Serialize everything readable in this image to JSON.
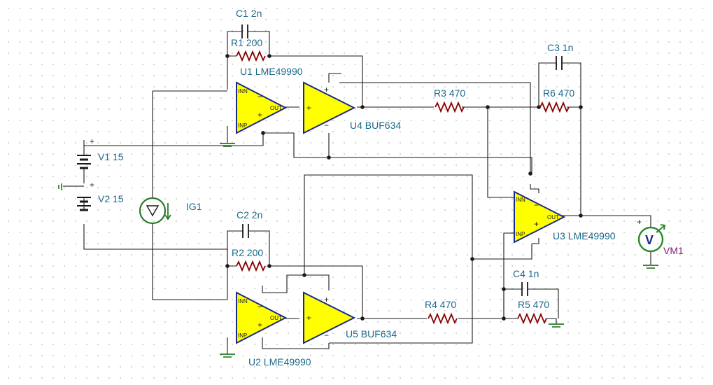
{
  "components": {
    "c1": {
      "ref": "C1",
      "value": "2n"
    },
    "r1": {
      "ref": "R1",
      "value": "200"
    },
    "u1": {
      "ref": "U1",
      "value": "LME49990"
    },
    "u4": {
      "ref": "U4",
      "value": "BUF634"
    },
    "r3": {
      "ref": "R3",
      "value": "470"
    },
    "c3": {
      "ref": "C3",
      "value": "1n"
    },
    "r6": {
      "ref": "R6",
      "value": "470"
    },
    "v1": {
      "ref": "V1",
      "value": "15"
    },
    "v2": {
      "ref": "V2",
      "value": "15"
    },
    "ig1": {
      "ref": "IG1"
    },
    "c2": {
      "ref": "C2",
      "value": "2n"
    },
    "r2": {
      "ref": "R2",
      "value": "200"
    },
    "u3": {
      "ref": "U3",
      "value": "LME49990"
    },
    "vm1": {
      "ref": "VM1",
      "symbol": "V"
    },
    "c4": {
      "ref": "C4",
      "value": "1n"
    },
    "r4": {
      "ref": "R4",
      "value": "470"
    },
    "r5": {
      "ref": "R5",
      "value": "470"
    },
    "u5": {
      "ref": "U5",
      "value": "BUF634"
    },
    "u2": {
      "ref": "U2",
      "value": "LME49990"
    }
  },
  "pins": {
    "inn": "INN",
    "inp": "INP",
    "out": "OUT",
    "minus": "−",
    "plus": "+"
  }
}
